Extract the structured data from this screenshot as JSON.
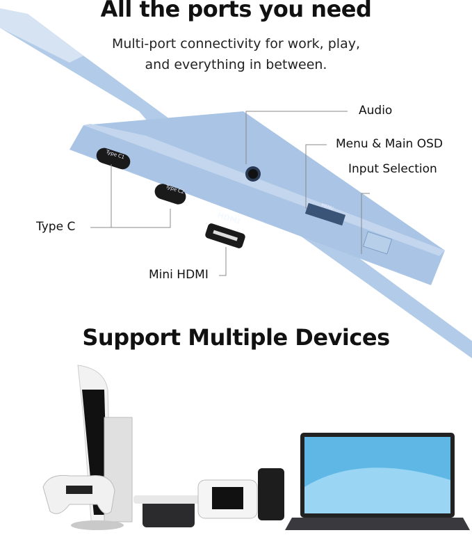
{
  "header": {
    "title": "All the ports you need",
    "subtitle_line1": "Multi-port connectivity for work, play,",
    "subtitle_line2": "and everything in between."
  },
  "callouts": {
    "audio": "Audio",
    "menu": "Menu & Main OSD",
    "input": "Input Selection",
    "type_c": "Type C",
    "mini_hdmi": "Mini HDMI"
  },
  "port_markings": {
    "type_c1": "Type C1",
    "type_c2": "Type C2",
    "hdmi": "HDMI",
    "menu": "MENU"
  },
  "section2": {
    "title": "Support Multiple Devices"
  },
  "colors": {
    "device_blue": "#a9c4e4",
    "device_edge": "#8fb0d6",
    "port_black": "#1a1a1a"
  },
  "devices": [
    "game-console",
    "controller",
    "mini-pc",
    "handheld-console",
    "smartphone",
    "laptop"
  ]
}
